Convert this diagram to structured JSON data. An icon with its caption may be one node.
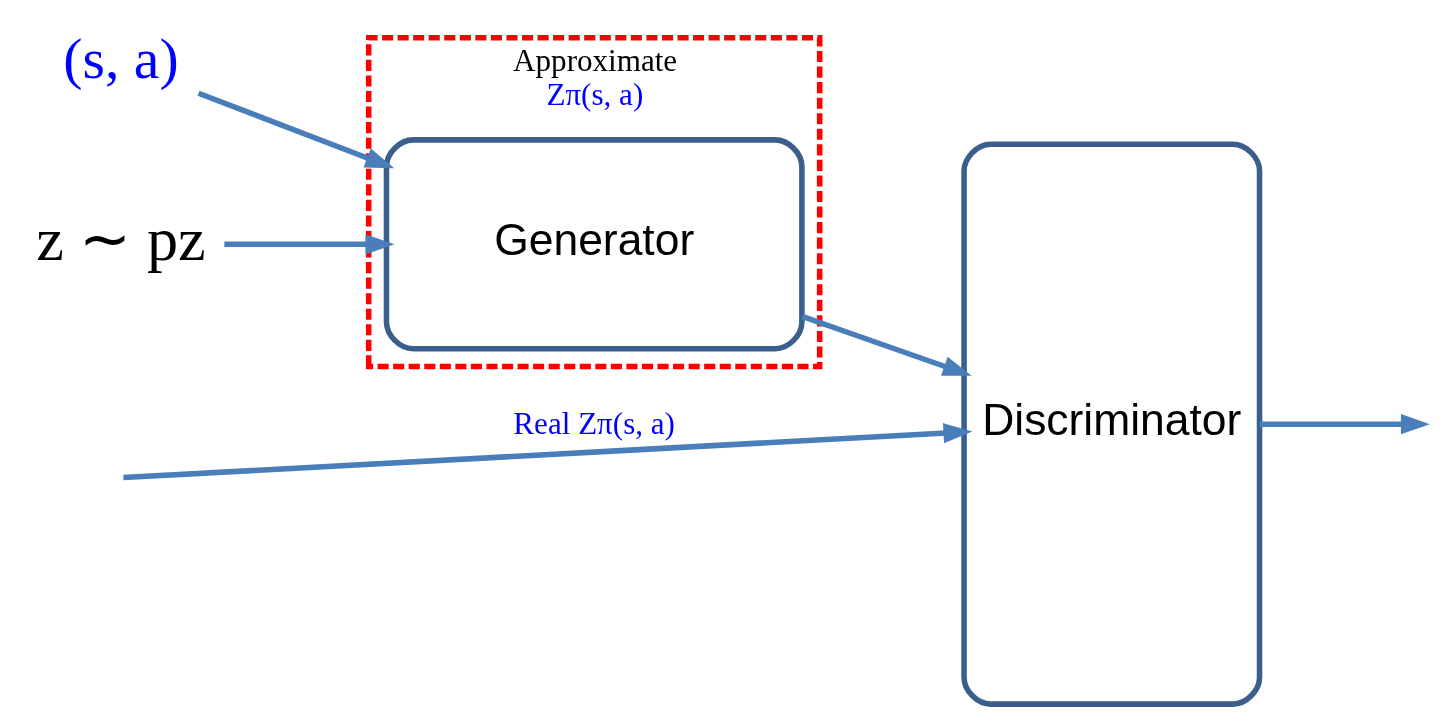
{
  "diagram": {
    "nodes": [
      {
        "text": [
          "Approximate",
          "Zπ(s, a)"
        ]
      },
      {
        "text": [
          "(s, a)"
        ]
      },
      {
        "text": [
          "z ∼ pz"
        ]
      },
      {
        "text": [
          "Generator"
        ],
        "in": 0
      },
      {
        "text": [
          "Discriminator"
        ]
      }
    ],
    "edges": [
      {
        "from": 1,
        "to": 3,
        "arrow": "to"
      },
      {
        "from": 2,
        "to": 3,
        "arrow": "to"
      },
      {
        "from": 3,
        "to": 4,
        "arrow": "to"
      },
      {
        "from": null,
        "to": 4,
        "arrow": "to",
        "label": "Real Zπ(s, a)"
      },
      {
        "from": 4,
        "to": null,
        "arrow": "to"
      }
    ]
  }
}
